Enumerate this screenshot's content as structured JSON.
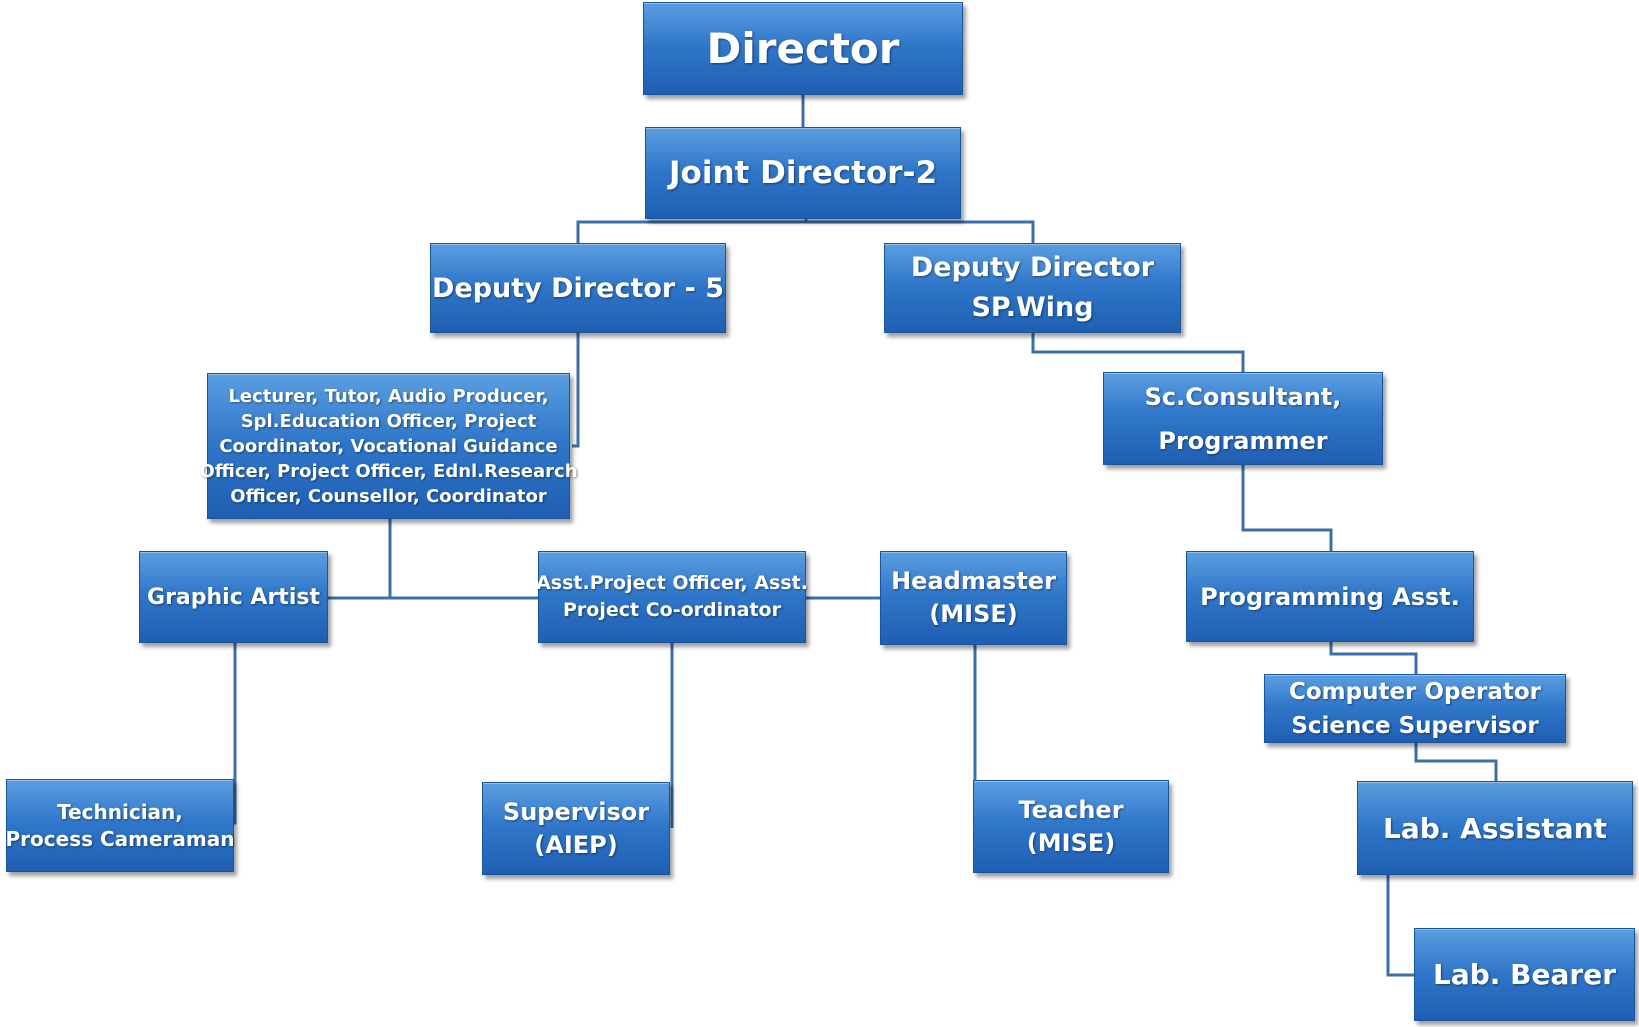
{
  "colors": {
    "box_fill": "#2f76c9",
    "box_border": "#19549c",
    "connector": "#3c6fa8",
    "text": "#ffffff"
  },
  "nodes": {
    "director": {
      "lines": [
        "Director"
      ]
    },
    "joint_director": {
      "lines": [
        "Joint Director-2"
      ]
    },
    "deputy_director_5": {
      "lines": [
        "Deputy Director - 5"
      ]
    },
    "deputy_director_sp": {
      "lines": [
        "Deputy Director",
        "SP.Wing"
      ]
    },
    "lecturer_group": {
      "lines": [
        "Lecturer, Tutor, Audio Producer,",
        "Spl.Education Officer, Project",
        "Coordinator, Vocational Guidance",
        "Officer, Project Officer, Ednl.Research",
        "Officer, Counsellor, Coordinator"
      ]
    },
    "sc_consultant": {
      "lines": [
        "Sc.Consultant,",
        "Programmer"
      ]
    },
    "graphic_artist": {
      "lines": [
        "Graphic Artist"
      ]
    },
    "asst_project_officer": {
      "lines": [
        "Asst.Project Officer, Asst.",
        "Project  Co-ordinator"
      ]
    },
    "headmaster": {
      "lines": [
        "Headmaster",
        "(MISE)"
      ]
    },
    "programming_asst": {
      "lines": [
        "Programming Asst."
      ]
    },
    "computer_operator": {
      "lines": [
        "Computer Operator",
        "Science Supervisor"
      ]
    },
    "technician": {
      "lines": [
        "Technician,",
        "Process Cameraman"
      ]
    },
    "supervisor": {
      "lines": [
        "Supervisor",
        "(AIEP)"
      ]
    },
    "teacher": {
      "lines": [
        "Teacher",
        "(MISE)"
      ]
    },
    "lab_assistant": {
      "lines": [
        "Lab. Assistant"
      ]
    },
    "lab_bearer": {
      "lines": [
        "Lab. Bearer"
      ]
    }
  }
}
